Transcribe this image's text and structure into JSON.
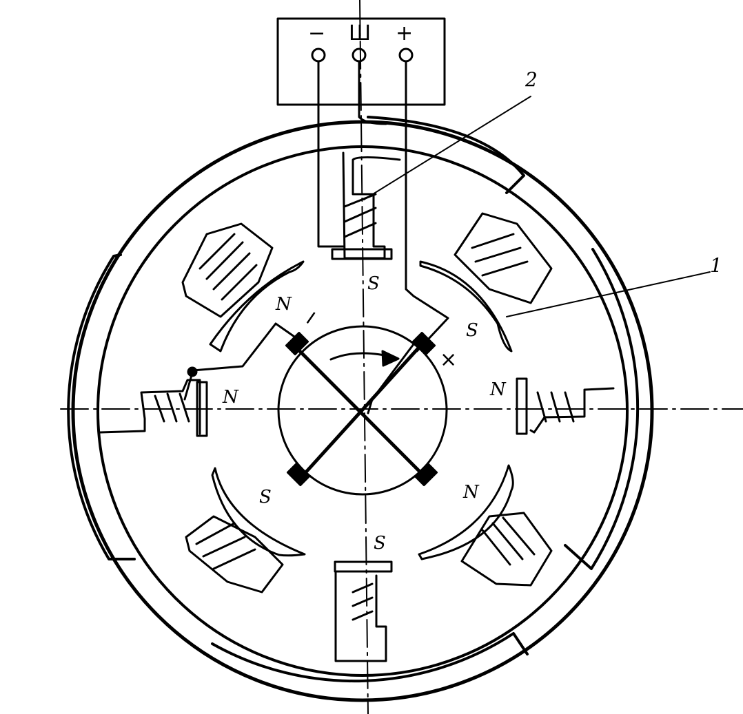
{
  "terminals": {
    "minus": "−",
    "shunt": "Ш",
    "plus": "+"
  },
  "callouts": {
    "one": "1",
    "two": "2"
  },
  "poles": {
    "top": "S",
    "upper_left": "N",
    "upper_right": "S",
    "left": "N",
    "right": "N",
    "lower_left": "S",
    "lower_right": "N",
    "bottom": "S"
  },
  "brushes": {
    "minus": "−",
    "plus": "×"
  },
  "colors": {
    "line": "#000000",
    "background": "#ffffff"
  }
}
